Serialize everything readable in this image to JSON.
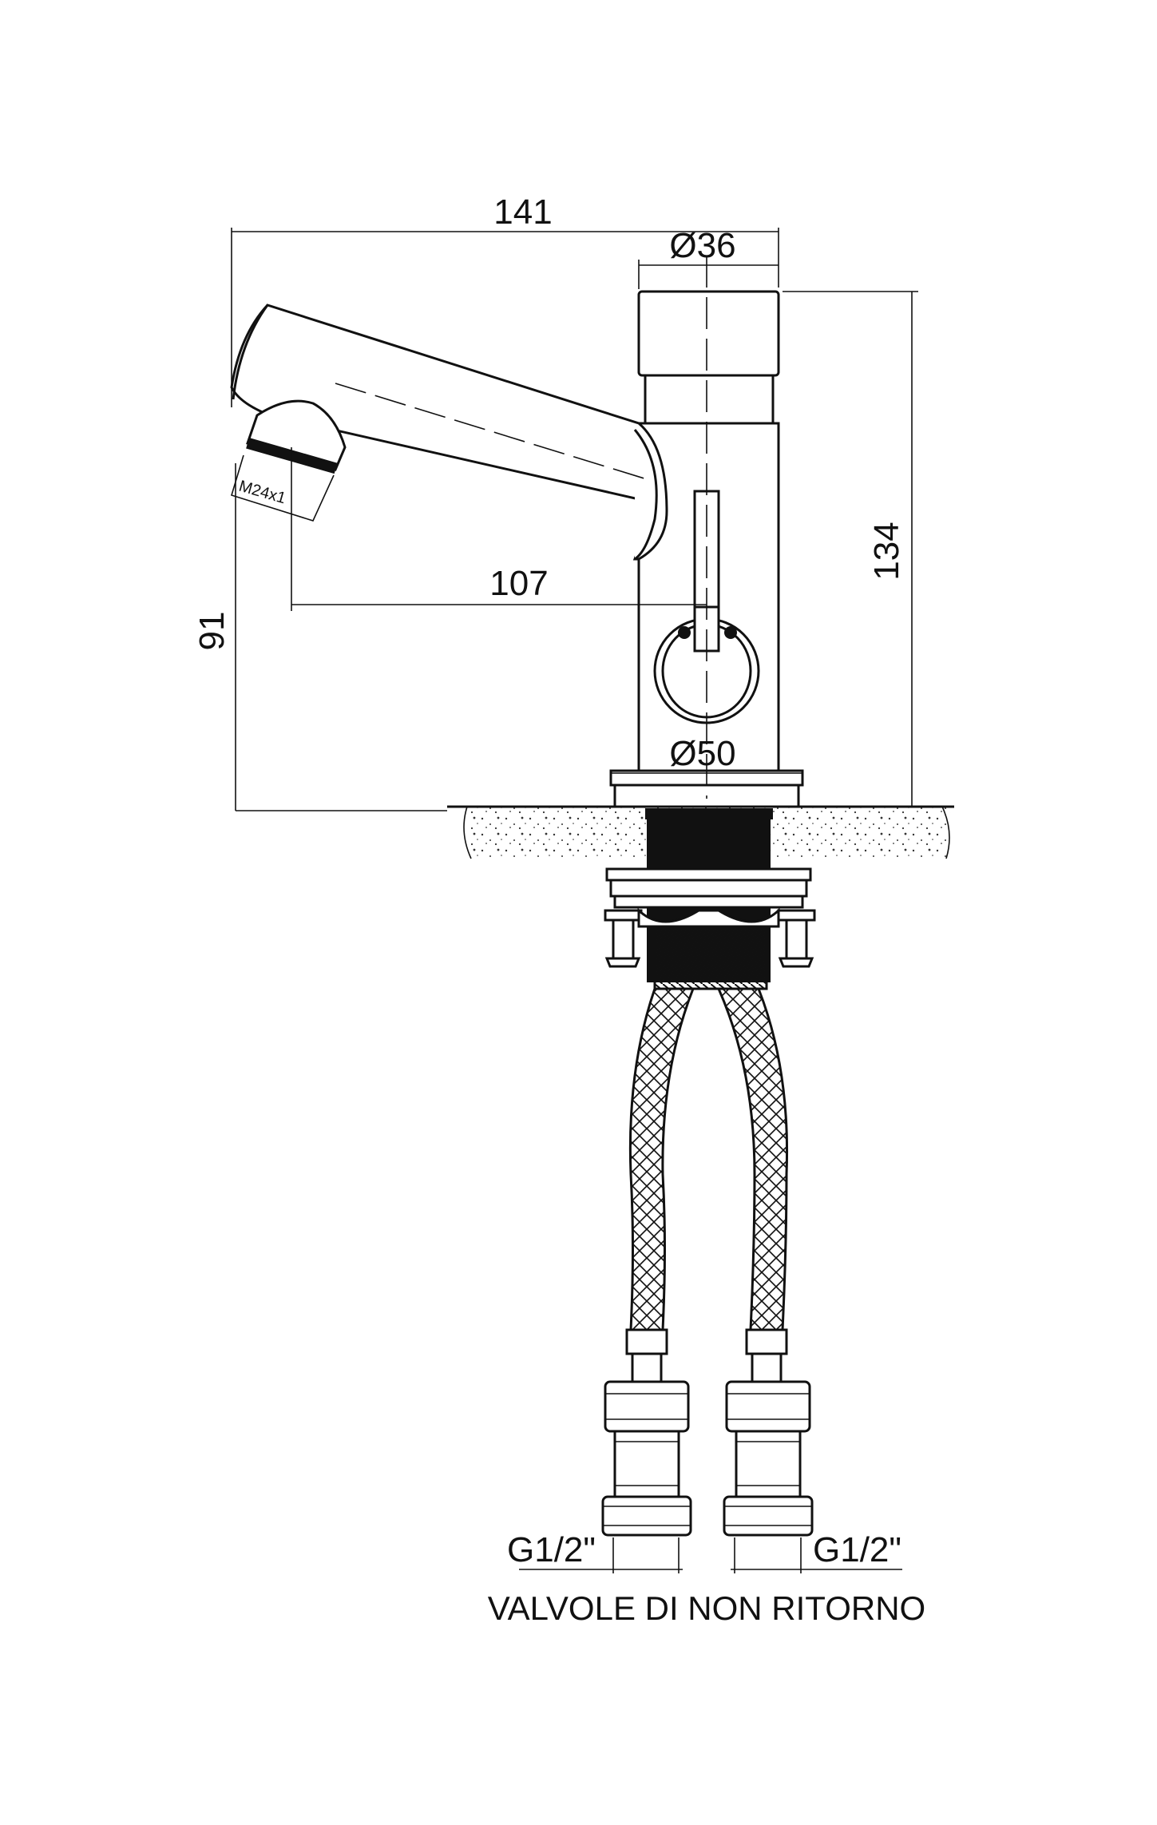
{
  "dimensions": {
    "overall_width": "141",
    "top_diameter": "Ø36",
    "height": "134",
    "spout_reach": "107",
    "spout_height": "91",
    "base_diameter": "Ø50",
    "aerator_thread": "M24x1"
  },
  "connections": {
    "left_thread": "G1/2\"",
    "right_thread": "G1/2\""
  },
  "caption": "VALVOLE DI NON RITORNO"
}
